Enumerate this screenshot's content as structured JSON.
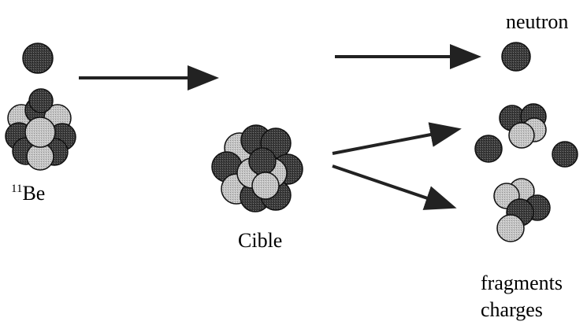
{
  "labels": {
    "neutron": "neutron",
    "projectile_mass_number": "11",
    "projectile_symbol": "Be",
    "target": "Cible",
    "fragments_line1": "fragments",
    "fragments_line2": "charges"
  },
  "colors": {
    "dark_nucleon": "#3c3c3c",
    "light_nucleon": "#bdbdbd",
    "arrow": "#222222"
  }
}
